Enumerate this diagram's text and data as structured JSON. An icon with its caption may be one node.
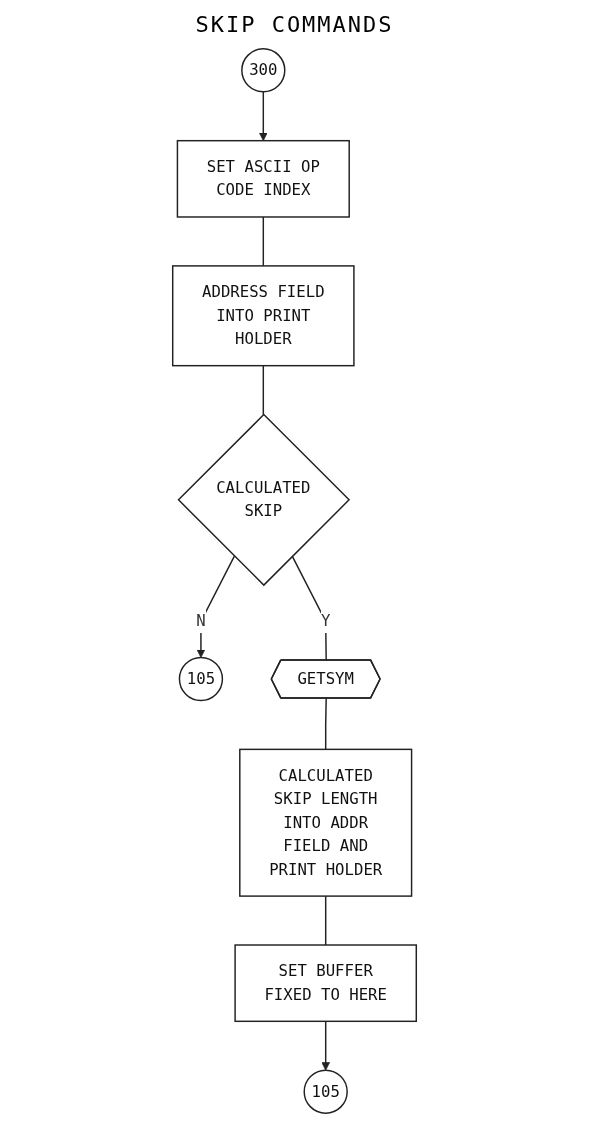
{
  "diagram": {
    "title": "SKIP COMMANDS",
    "nodes": [
      {
        "text": [
          "300"
        ]
      },
      {
        "text": [
          "SET ASCII OP CODE INDEX"
        ]
      },
      {
        "text": [
          "ADDRESS FIELD INTO PRINT HOLDER"
        ]
      },
      {
        "text": [
          "CALCULATED SKIP"
        ]
      },
      {
        "text": [
          "105"
        ]
      },
      {
        "text": [
          "GETSYM"
        ]
      },
      {
        "text": [
          "CALCULATED SKIP LENGTH INTO ADDR FIELD AND PRINT HOLDER"
        ]
      },
      {
        "text": [
          "SET BUFFER FIXED TO HERE"
        ]
      },
      {
        "text": [
          "105"
        ]
      }
    ],
    "edges": [
      {
        "from": 0,
        "to": 1,
        "arrow": "to"
      },
      {
        "from": 1,
        "to": 2,
        "arrow": "none"
      },
      {
        "from": 2,
        "to": 3,
        "arrow": "none"
      },
      {
        "from": 3,
        "to": 4,
        "arrow": "to",
        "label": "N"
      },
      {
        "from": 3,
        "to": 5,
        "arrow": "none",
        "label": "Y"
      },
      {
        "from": 5,
        "to": 6,
        "arrow": "none"
      },
      {
        "from": 6,
        "to": 7,
        "arrow": "none"
      },
      {
        "from": 7,
        "to": 8,
        "arrow": "to"
      }
    ]
  }
}
